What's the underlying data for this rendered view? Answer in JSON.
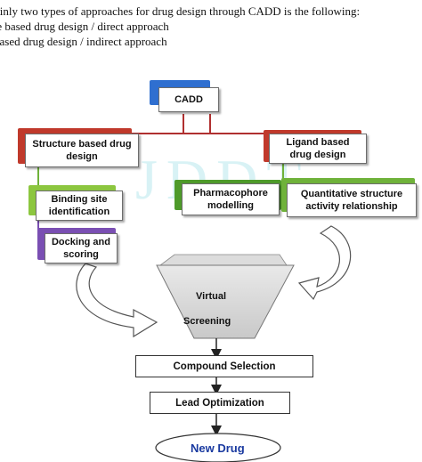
{
  "intro": {
    "line1": "ainly two types of approaches for drug design through CADD is the following:",
    "line2": "re based drug design / direct approach",
    "line3": "based drug design / indirect approach"
  },
  "watermark": "JDDT",
  "nodes": {
    "cadd": "CADD",
    "structure": "Structure based drug design",
    "ligand": "Ligand based drug design",
    "binding": "Binding site identification",
    "docking": "Docking and scoring",
    "pharmacophore": "Pharmacophore modelling",
    "qsar": "Quantitative structure activity relationship",
    "virtual": "Virtual",
    "screening": "Screening",
    "compound": "Compound Selection",
    "lead": "Lead Optimization",
    "newdrug": "New Drug"
  },
  "colors": {
    "cadd": "#2f6fd0",
    "structure": "#c0392b",
    "ligand": "#c0392b",
    "binding": "#8cc63f",
    "docking": "#7a4fb3",
    "pharmacophore": "#4e9a2a",
    "qsar": "#6fb23a",
    "connector": "#b03030",
    "newdrug": "#1a3aa0"
  }
}
